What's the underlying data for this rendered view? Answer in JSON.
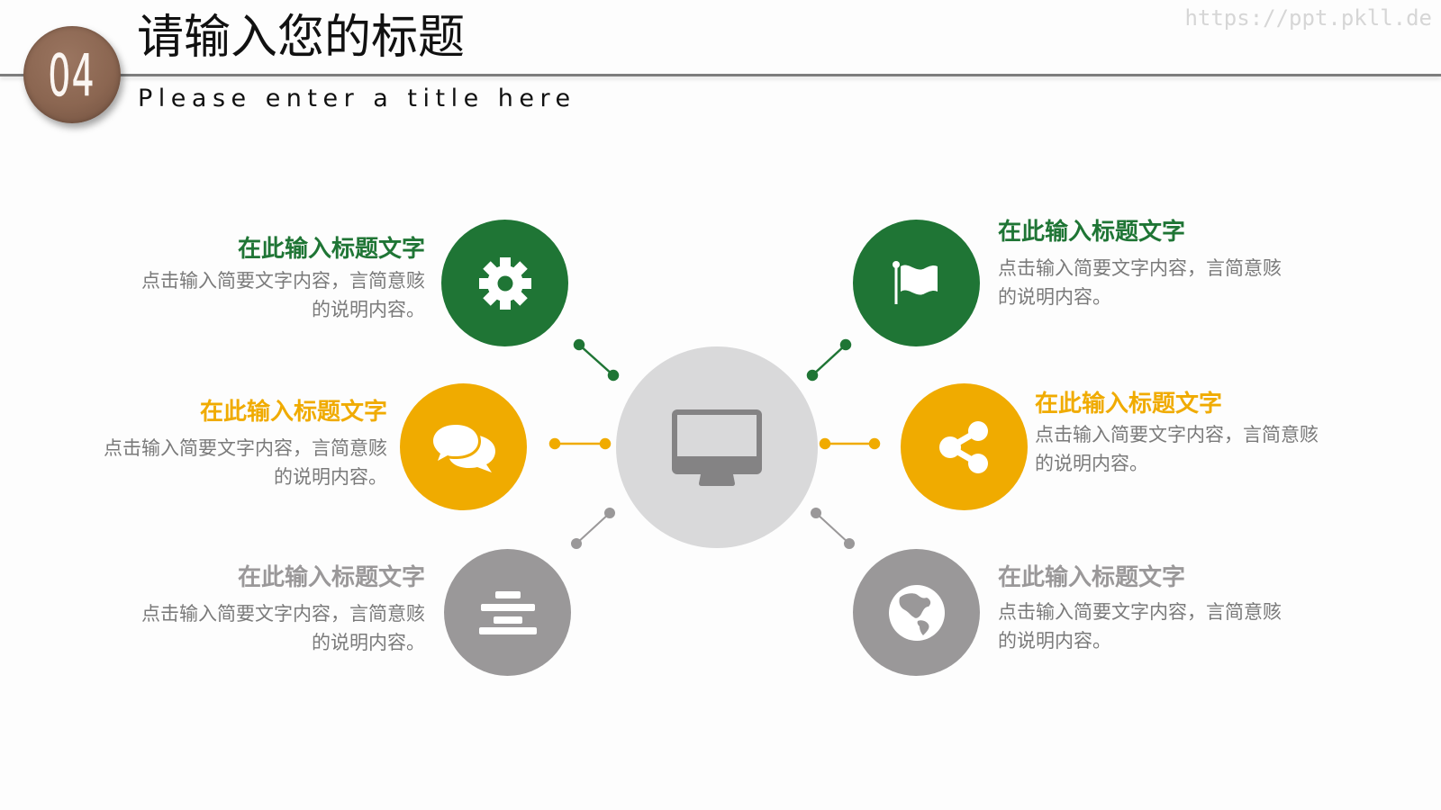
{
  "watermark": "https://ppt.pkll.de",
  "header": {
    "badge_number": "04",
    "title": "请输入您的标题",
    "subtitle": "Please enter a title here",
    "badge_color": "#8b6651"
  },
  "colors": {
    "green": "#1f7535",
    "orange": "#f0ab00",
    "grey": "#9a9899",
    "center": "#d9d9da",
    "desc_text": "#7a7a7a"
  },
  "center": {
    "icon": "monitor-icon"
  },
  "items": [
    {
      "position": "top-left",
      "icon": "gear-icon",
      "color": "green",
      "title": "在此输入标题文字",
      "desc_line1": "点击输入简要文字内容，言简意赅",
      "desc_line2": "的说明内容。"
    },
    {
      "position": "middle-left",
      "icon": "chat-bubbles-icon",
      "color": "orange",
      "title": "在此输入标题文字",
      "desc_line1": "点击输入简要文字内容，言简意赅",
      "desc_line2": "的说明内容。"
    },
    {
      "position": "bottom-left",
      "icon": "align-center-icon",
      "color": "grey",
      "title": "在此输入标题文字",
      "desc_line1": "点击输入简要文字内容，言简意赅",
      "desc_line2": "的说明内容。"
    },
    {
      "position": "top-right",
      "icon": "flag-icon",
      "color": "green",
      "title": "在此输入标题文字",
      "desc_line1": "点击输入简要文字内容，言简意赅",
      "desc_line2": "的说明内容。"
    },
    {
      "position": "middle-right",
      "icon": "share-icon",
      "color": "orange",
      "title": "在此输入标题文字",
      "desc_line1": "点击输入简要文字内容，言简意赅",
      "desc_line2": "的说明内容。"
    },
    {
      "position": "bottom-right",
      "icon": "globe-icon",
      "color": "grey",
      "title": "在此输入标题文字",
      "desc_line1": "点击输入简要文字内容，言简意赅",
      "desc_line2": "的说明内容。"
    }
  ]
}
